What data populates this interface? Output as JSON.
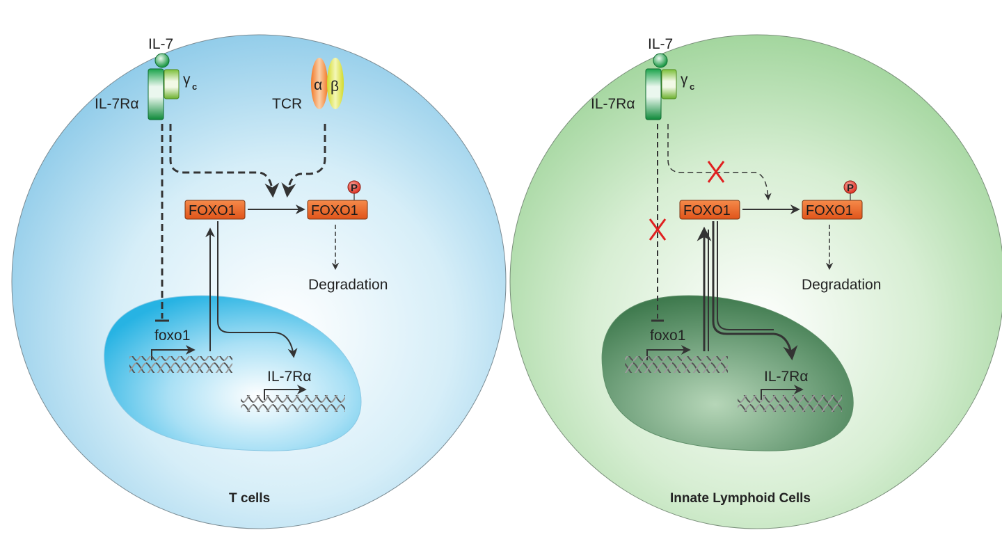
{
  "panels": [
    {
      "title": "T cells",
      "ligand": "IL-7",
      "receptor": "IL-7Rα",
      "gamma_chain": "γ",
      "gamma_sub": "c",
      "tcr": "TCR",
      "tcr_alpha": "α",
      "tcr_beta": "β",
      "foxo1": "FOXO1",
      "foxo1_phospho": "FOXO1",
      "phospho": "P",
      "degradation": "Degradation",
      "gene_foxo1": "foxo1",
      "gene_il7ra": "IL-7Rα",
      "colors": {
        "cell": "#9dd3ec",
        "nucleus": "#35b8e2"
      }
    },
    {
      "title": "Innate Lymphoid Cells",
      "ligand": "IL-7",
      "receptor": "IL-7Rα",
      "gamma_chain": "γ",
      "gamma_sub": "c",
      "foxo1": "FOXO1",
      "foxo1_phospho": "FOXO1",
      "phospho": "P",
      "degradation": "Degradation",
      "gene_foxo1": "foxo1",
      "gene_il7ra": "IL-7Rα",
      "blocked_mark": "X",
      "colors": {
        "cell": "#a7d9a2",
        "nucleus": "#4f8a5c"
      }
    }
  ],
  "colors": {
    "foxo_box": "#ef6a2c",
    "phospho": "#e53c2f",
    "block_x": "#e02020",
    "il7ra": "#16a34a",
    "gamma": "#8cc63f",
    "tcr_alpha": "#f4873a",
    "tcr_beta": "#d8e03a",
    "arrow": "#333333"
  }
}
